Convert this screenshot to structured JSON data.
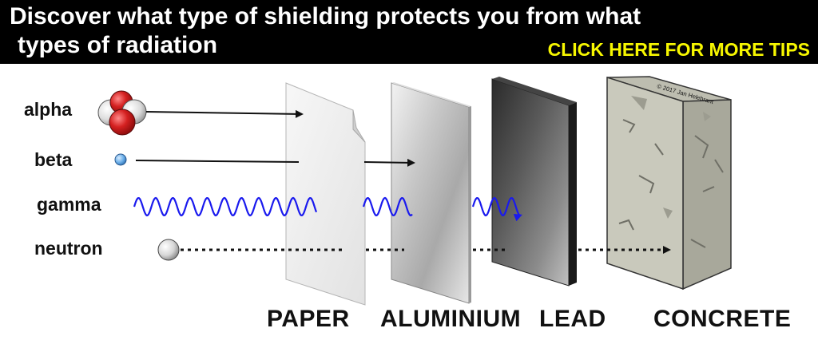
{
  "banner": {
    "title_line1": "Discover what type of shielding protects you from what",
    "title_line2": "types of radiation",
    "cta": "CLICK HERE FOR MORE TIPS",
    "cta_color": "#f7f700"
  },
  "radiation": {
    "alpha": "alpha",
    "beta": "beta",
    "gamma": "gamma",
    "neutron": "neutron"
  },
  "shields": {
    "paper": "PAPER",
    "aluminium": "ALUMINIUM",
    "lead": "LEAD",
    "concrete": "CONCRETE"
  },
  "copyright": "© 2017 Jan Helebrant",
  "colors": {
    "gamma_wave": "#1a1aee",
    "alpha_red": "#d42020",
    "beta_blue": "#6aaee8"
  }
}
